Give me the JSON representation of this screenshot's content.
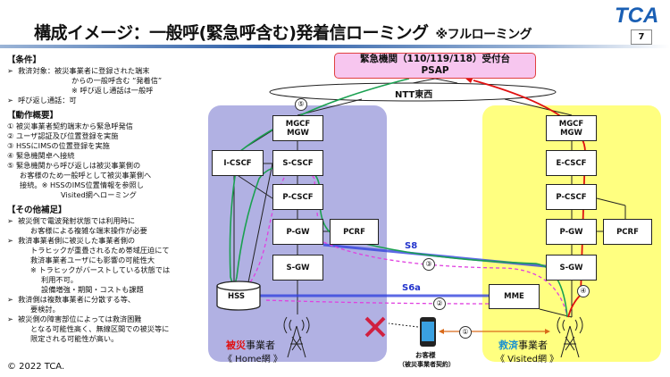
{
  "header": {
    "title": "構成イメージ：一般呼(緊急呼含む)発着信ローミング",
    "subtitle": "※フルローミング",
    "logo": "TCA",
    "page_number": "7"
  },
  "conditions": {
    "heading": "【条件】",
    "items": [
      "救済対象：被災事業者に登録された端末",
      "からの一般呼含む “発着信”",
      "※ 呼び返し通話は一般呼",
      "呼び返し通話：可"
    ]
  },
  "operation": {
    "heading": "【動作概要】",
    "items": [
      "① 被災事業者契約端末から緊急呼発信",
      "② ユーザ認証及び位置登録を実施",
      "③ HSSにIMSの位置登録を実施",
      "④ 緊急機関卓へ接続",
      "⑤ 緊急機関から呼び返しは被災事業側の",
      "お客様のため一般呼として被災事業側へ",
      "接続。※ HSSのIMS位置情報を参照し",
      "Visited網へローミング"
    ]
  },
  "notes": {
    "heading": "【その他補足】",
    "items": [
      "被災側で電波発射状態では利用時に",
      "お客様による複雑な端末操作が必要",
      "救済事業者側に被災した事業者側の",
      "トラヒックが重畳されるため帯域圧迫にて",
      "救済事業者ユーザにも影響の可能性大",
      "※ トラヒックがバーストしている状態では",
      "利用不可。",
      "設備増強・期間・コストも課題",
      "救済側は複数事業者に分散する等、",
      "要検討。",
      "被災側の障害部位によっては救済困難",
      "となる可能性高く、無線区間での被災等に",
      "限定される可能性が高い。"
    ]
  },
  "copyright": "© 2022 TCA.",
  "diagram": {
    "psap_line1": "緊急機関（110/119/118）受付台",
    "psap_line2": "PSAP",
    "ntt": "NTT東西",
    "home": {
      "nodes": {
        "mgcf": "MGCF",
        "mgw": "MGW",
        "icscf": "I-CSCF",
        "scscf": "S-CSCF",
        "pcscf": "P-CSCF",
        "pgw": "P-GW",
        "pcrf": "PCRF",
        "sgw": "S-GW",
        "hss": "HSS"
      },
      "name_red": "被災",
      "name_rest": "事業者",
      "net": "《 Home網 》"
    },
    "visited": {
      "nodes": {
        "mgcf": "MGCF",
        "mgw": "MGW",
        "ecscf": "E-CSCF",
        "pcscf": "P-CSCF",
        "pgw": "P-GW",
        "pcrf": "PCRF",
        "sgw": "S-GW",
        "mme": "MME"
      },
      "name_blue": "救済",
      "name_rest": "事業者",
      "net": "《 Visited網 》"
    },
    "s8": "S8",
    "s6a": "S6a",
    "customer": "お客様",
    "customer_sub": "（被災事業者契約）",
    "steps": [
      "①",
      "②",
      "③",
      "④",
      "⑤"
    ],
    "colors": {
      "home": "#b1b1e3",
      "visited": "#ffff80",
      "psap": "#f7c6ef",
      "green": "#1aa050",
      "magenta": "#e040e0",
      "red": "#e01010",
      "blue": "#3344dd",
      "orange": "#d96a1a"
    }
  }
}
